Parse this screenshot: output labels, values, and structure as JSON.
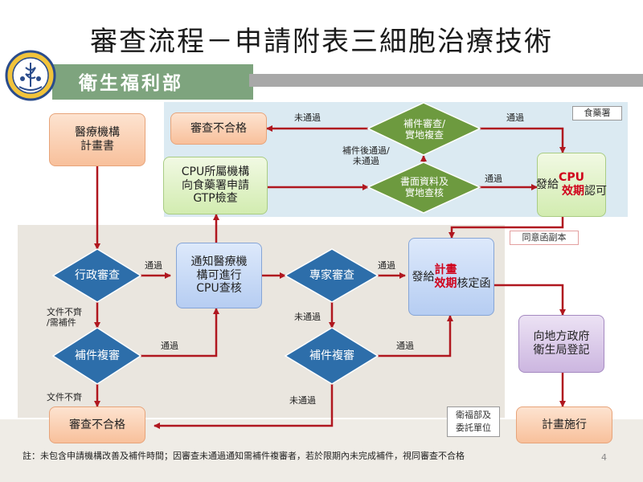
{
  "title": "審查流程－申請附表三細胞治療技術",
  "ministry": "衛生福利部",
  "panels": {
    "fda_label": "食藥署",
    "mohw_label": "衛福部及\n委託單位"
  },
  "nodes": {
    "hospital_plan": "醫療機構\n計畫書",
    "reject_top": "審查不合格",
    "cpu_gtp": "CPU所屬機構\n向食藥署申請\nGTP檢查",
    "cpu_permit_pre": "發給",
    "cpu_permit_red": "CPU\n效期",
    "cpu_permit_post": "認可",
    "notify_hospital": "通知醫療機\n構可進行\nCPU查核",
    "plan_letter_pre": "發給",
    "plan_letter_red": "計畫\n效期",
    "plan_letter_post": "核定函",
    "local_register": "向地方政府\n衛生局登記",
    "reject_bottom": "審查不合格",
    "plan_execute": "計畫施行"
  },
  "diamonds": {
    "supp_review_top": "補件審查/\n實地複查",
    "doc_inspection": "書面資料及\n實地查核",
    "admin_review": "行政審查",
    "supp_review_left": "補件複審",
    "expert_review": "專家審查",
    "supp_review_mid": "補件複審"
  },
  "labels": {
    "not_passed": "未通過",
    "passed": "通過",
    "supp_passed_or_not": "補件後通過/\n未通過",
    "docs_incomplete": "文件不齊\n/需補件",
    "docs_not_complete": "文件不齊",
    "consent_copy": "同意函副本"
  },
  "footnote": "註：未包含申請機構改善及補件時間；因審查未通過通知需補件複審者，若於限期內未完成補件，視同審查不合格",
  "page_number": "4",
  "colors": {
    "arrow": "#b0171f",
    "diamond": "#2d6eaa",
    "diamond_green": "#6d9a3f",
    "accent_red": "#d0021b"
  }
}
